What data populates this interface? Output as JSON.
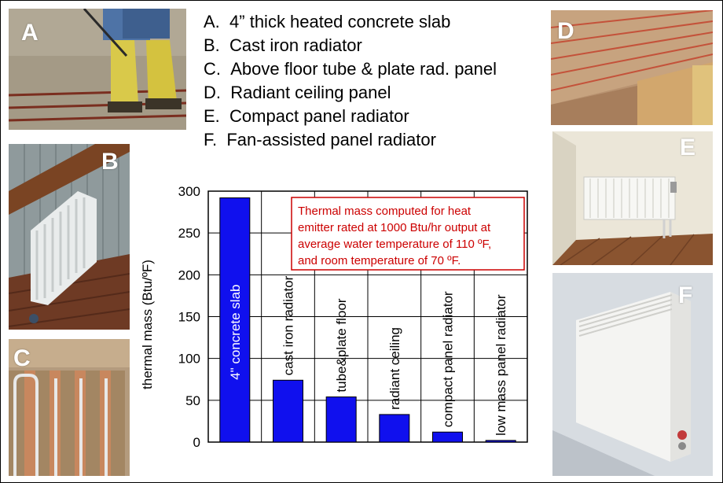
{
  "legend": [
    {
      "letter": "A.",
      "text": "4” thick heated concrete slab"
    },
    {
      "letter": "B.",
      "text": "Cast iron radiator"
    },
    {
      "letter": "C.",
      "text": "Above floor tube & plate rad. panel"
    },
    {
      "letter": "D.",
      "text": "Radiant ceiling panel"
    },
    {
      "letter": "E.",
      "text": "Compact panel radiator"
    },
    {
      "letter": "F.",
      "text": "Fan-assisted panel radiator"
    }
  ],
  "photos": [
    {
      "letter": "A",
      "icon": "concrete-pour-photo"
    },
    {
      "letter": "B",
      "icon": "cast-iron-radiator-photo"
    },
    {
      "letter": "C",
      "icon": "tube-plate-floor-photo"
    },
    {
      "letter": "D",
      "icon": "radiant-ceiling-photo"
    },
    {
      "letter": "E",
      "icon": "panel-radiator-photo"
    },
    {
      "letter": "F",
      "icon": "fan-radiator-photo"
    }
  ],
  "colors": {
    "bar": "#1010ee",
    "annotation": "#cc0000"
  },
  "chart_data": {
    "type": "bar",
    "categories": [
      "4\" concrete slab",
      "cast iron radiator",
      "tube&plate floor",
      "radiant ceiling",
      "compact panel radiator",
      "low mass panel radiator"
    ],
    "values": [
      292,
      74,
      54,
      33,
      12,
      2
    ],
    "ylabel": "thermal mass (Btu/ºF)",
    "ylim": [
      0,
      300
    ],
    "yticks": [
      0,
      50,
      100,
      150,
      200,
      250,
      300
    ],
    "grid": true,
    "annotation": [
      "Thermal mass computed for heat",
      "emitter rated at 1000 Btu/hr output at",
      "average water temperature of 110 ºF,",
      "and room temperature of 70 ºF."
    ]
  }
}
